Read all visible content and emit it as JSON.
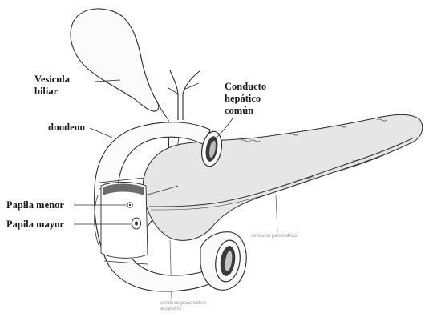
{
  "labels": {
    "vesicula": [
      "Vesicula",
      "biliar"
    ],
    "conducto": [
      "Conducto",
      "hepático",
      "común"
    ],
    "duodeno": "duodeno",
    "papila_menor": "Papila menor",
    "papila_mayor": "Papila mayor"
  },
  "faint_labels": {
    "pancreas_duct": "conducto pancreático",
    "bottom": [
      "conducto pancreático",
      "accesorio"
    ]
  },
  "colors": {
    "outline": "#2b2b2b",
    "pancreas_fill": "#e6e6e6",
    "organ_fill": "#fbfbfb",
    "dark_fill": "#3a3a3a",
    "label": "#1a1a1a"
  }
}
